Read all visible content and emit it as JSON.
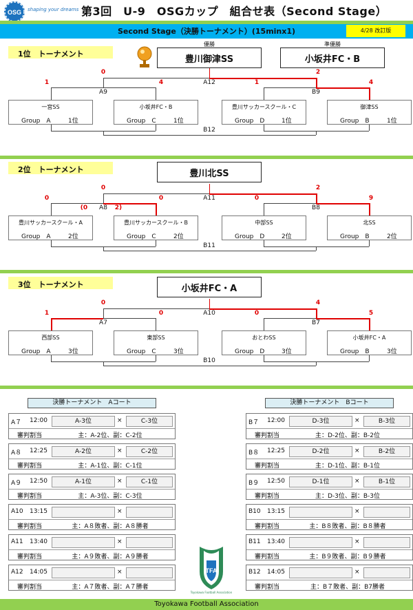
{
  "header": {
    "logo_text": "OSG",
    "tagline": "shaping your dreams",
    "title": "第3回　U-9　OSGカップ　組合せ表（Second Stage）"
  },
  "banner": {
    "text": "Second Stage（決勝トーナメント）(15minx1)",
    "revision": "4/28 改訂版"
  },
  "champion_caption": "優勝",
  "runnerup_caption": "準優勝",
  "colors": {
    "banner": "#00b0f0",
    "separator": "#92d050",
    "label": "#ffff99",
    "revision": "#ffff00",
    "winner_line": "#e00000"
  },
  "tournaments": [
    {
      "label": "1位　トーナメント",
      "champion": "豊川御津SS",
      "runner_up": "小坂井FC・B",
      "final": {
        "id": "A12",
        "left_score": "0",
        "right_score": "2"
      },
      "semi_left": {
        "id": "A9",
        "left_score": "1",
        "right_score": "4",
        "extra_left": "",
        "extra_right": ""
      },
      "semi_right": {
        "id": "B9",
        "left_score": "1",
        "right_score": "4"
      },
      "bottom_match": "B12",
      "teams": [
        {
          "name": "一宮SS",
          "group": "Group　A",
          "rank": "1位"
        },
        {
          "name": "小坂井FC・B",
          "group": "Group　C",
          "rank": "1位"
        },
        {
          "name": "豊川サッカースクール・C",
          "group": "Group　D",
          "rank": "1位"
        },
        {
          "name": "御津SS",
          "group": "Group　B",
          "rank": "1位"
        }
      ]
    },
    {
      "label": "2位　トーナメント",
      "champion": "豊川北SS",
      "final": {
        "id": "A11",
        "left_score": "0",
        "right_score": "2"
      },
      "semi_left": {
        "id": "A8",
        "left_score": "0",
        "right_score": "0",
        "extra_left": "(0",
        "extra_right": "2)"
      },
      "semi_right": {
        "id": "B8",
        "left_score": "0",
        "right_score": "9"
      },
      "bottom_match": "B11",
      "teams": [
        {
          "name": "豊川サッカースクール・A",
          "group": "Group　A",
          "rank": "2位"
        },
        {
          "name": "豊川サッカースクール・B",
          "group": "Group　C",
          "rank": "2位"
        },
        {
          "name": "中部SS",
          "group": "Group　D",
          "rank": "2位"
        },
        {
          "name": "北SS",
          "group": "Group　B",
          "rank": "2位"
        }
      ]
    },
    {
      "label": "3位　トーナメント",
      "champion": "小坂井FC・A",
      "final": {
        "id": "A10",
        "left_score": "0",
        "right_score": "4"
      },
      "semi_left": {
        "id": "A7",
        "left_score": "1",
        "right_score": "0",
        "extra_left": "",
        "extra_right": ""
      },
      "semi_right": {
        "id": "B7",
        "left_score": "0",
        "right_score": "5"
      },
      "bottom_match": "B10",
      "teams": [
        {
          "name": "西部SS",
          "group": "Group　A",
          "rank": "3位"
        },
        {
          "name": "東部SS",
          "group": "Group　C",
          "rank": "3位"
        },
        {
          "name": "おとわSS",
          "group": "Group　D",
          "rank": "3位"
        },
        {
          "name": "小坂井FC・A",
          "group": "Group　B",
          "rank": "3位"
        }
      ]
    }
  ],
  "courts": [
    {
      "title": "決勝トーナメント　Aコート",
      "rows": [
        {
          "id": "A７",
          "time": "12:00",
          "home": "A-3位",
          "away": "C-3位",
          "ref": "主：A-2位、副：C-2位"
        },
        {
          "id": "A８",
          "time": "12:25",
          "home": "A-2位",
          "away": "C-2位",
          "ref": "主：A-1位、副：C-1位"
        },
        {
          "id": "A９",
          "time": "12:50",
          "home": "A-1位",
          "away": "C-1位",
          "ref": "主：A-3位、副：C-3位"
        },
        {
          "id": "A10",
          "time": "13:15",
          "home": "",
          "away": "",
          "ref": "主：A８敗者、副：A８勝者"
        },
        {
          "id": "A11",
          "time": "13:40",
          "home": "",
          "away": "",
          "ref": "主：A９敗者、副：A９勝者"
        },
        {
          "id": "A12",
          "time": "14:05",
          "home": "",
          "away": "",
          "ref": "主：A７敗者、副：A７勝者"
        }
      ]
    },
    {
      "title": "決勝トーナメント　Bコート",
      "rows": [
        {
          "id": "B７",
          "time": "12:00",
          "home": "D-3位",
          "away": "B-3位",
          "ref": "主：D-2位、副：B-2位"
        },
        {
          "id": "B８",
          "time": "12:25",
          "home": "D-2位",
          "away": "B-2位",
          "ref": "主：D-1位、副：B-1位"
        },
        {
          "id": "B９",
          "time": "12:50",
          "home": "D-1位",
          "away": "B-1位",
          "ref": "主：D-3位、副：B-3位"
        },
        {
          "id": "B10",
          "time": "13:15",
          "home": "",
          "away": "",
          "ref": "主：B８敗者、副：B８勝者"
        },
        {
          "id": "B11",
          "time": "13:40",
          "home": "",
          "away": "",
          "ref": "主：B９敗者、副：B９勝者"
        },
        {
          "id": "B12",
          "time": "14:05",
          "home": "",
          "away": "",
          "ref": "主：B７敗者、副：B7勝者"
        }
      ]
    }
  ],
  "versus": "×",
  "referee_label": "審判割当",
  "tfa": {
    "text": "TFA",
    "subtext": "Toyokawa Football Association"
  },
  "footer": "Toyokawa Football Association"
}
